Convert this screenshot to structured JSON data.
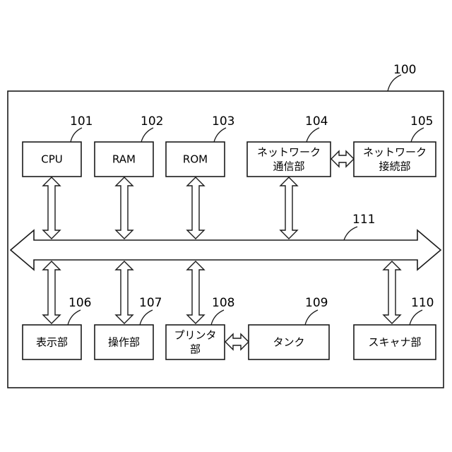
{
  "diagram": {
    "system": {
      "ref": "100"
    },
    "bus": {
      "ref": "111"
    },
    "blocks": [
      {
        "id": "cpu",
        "ref": "101",
        "lines": [
          "CPU"
        ]
      },
      {
        "id": "ram",
        "ref": "102",
        "lines": [
          "RAM"
        ]
      },
      {
        "id": "rom",
        "ref": "103",
        "lines": [
          "ROM"
        ]
      },
      {
        "id": "network-comm",
        "ref": "104",
        "lines": [
          "ネットワーク",
          "通信部"
        ]
      },
      {
        "id": "network-conn",
        "ref": "105",
        "lines": [
          "ネットワーク",
          "接続部"
        ]
      },
      {
        "id": "display",
        "ref": "106",
        "lines": [
          "表示部"
        ]
      },
      {
        "id": "operation",
        "ref": "107",
        "lines": [
          "操作部"
        ]
      },
      {
        "id": "printer",
        "ref": "108",
        "lines": [
          "プリンタ",
          "部"
        ]
      },
      {
        "id": "tank",
        "ref": "109",
        "lines": [
          "タンク"
        ]
      },
      {
        "id": "scanner",
        "ref": "110",
        "lines": [
          "スキャナ部"
        ]
      }
    ],
    "colors": {
      "stroke": "#1a1a1a",
      "fill": "#ffffff",
      "text": "#000000"
    }
  }
}
